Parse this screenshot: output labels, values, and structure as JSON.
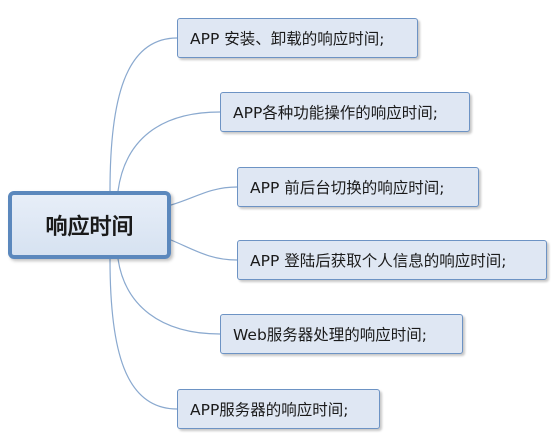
{
  "root": {
    "label": "响应时间"
  },
  "branches": [
    {
      "label": "APP 安装、卸载的响应时间;"
    },
    {
      "label": "APP各种功能操作的响应时间;"
    },
    {
      "label": "APP 前后台切换的响应时间;"
    },
    {
      "label": "APP 登陆后获取个人信息的响应时间;"
    },
    {
      "label": "Web服务器处理的响应时间;"
    },
    {
      "label": "APP服务器的响应时间;"
    }
  ],
  "colors": {
    "root_border": "#5b88bd",
    "node_fill": "#dfe7f3",
    "node_border": "#6d93c4",
    "connector": "#8aa9cf"
  }
}
